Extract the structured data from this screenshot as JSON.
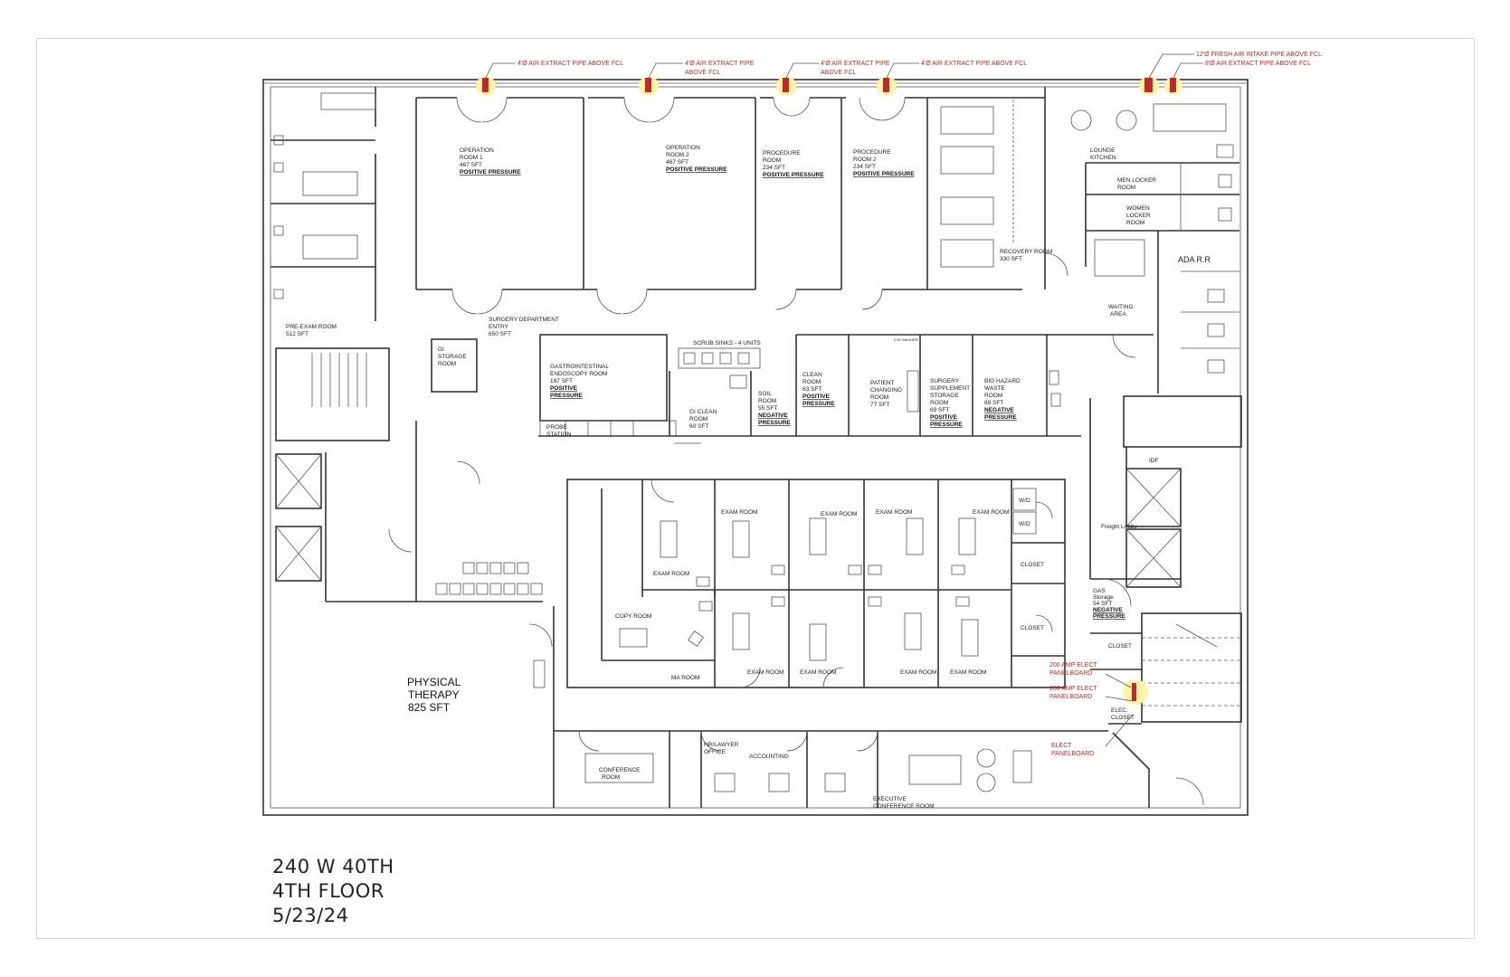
{
  "title_block": {
    "address": "240 W 40TH",
    "floor": "4TH FLOOR",
    "date": "5/23/24"
  },
  "annotations": {
    "extract_1": "4'Ø AIR EXTRACT PIPE ABOVE FCL",
    "extract_2a": "4'Ø AIR EXTRACT PIPE",
    "extract_2b": "ABOVE FCL",
    "extract_3a": "4'Ø AIR EXTRACT PIPE",
    "extract_3b": "ABOVE FCL",
    "extract_4": "4'Ø AIR EXTRACT PIPE ABOVE FCL",
    "fresh_air": "12'Ø FRESH AIR INTAKE PIPE ABOVE FCL",
    "extract_5": "8'Ø AIR EXTRACT PIPE ABOVE FCL",
    "panel_1a": "200 AMP ELECT",
    "panel_1b": "PANELBOARD",
    "panel_2a": "200 AMP ELECT",
    "panel_2b": "PANELBOARD",
    "panel_3a": "ELECT",
    "panel_3b": "PANELBOARD"
  },
  "rooms": {
    "op1": [
      "OPERATION",
      "ROOM 1",
      "467 SFT",
      "POSITIVE PRESSURE"
    ],
    "op2": [
      "OPERATION",
      "ROOM 2",
      "467 SFT",
      "POSITIVE PRESSURE"
    ],
    "proc1": [
      "PROCEDURE",
      "ROOM",
      "234 SFT",
      "POSITIVE PRESSURE"
    ],
    "proc2": [
      "PROCEDURE",
      "ROOM 2",
      "234 SFT",
      "POSITIVE PRESSURE"
    ],
    "recovery": [
      "RECOVERY ROOM",
      "330 SFT"
    ],
    "lounge": [
      "LOUNGE",
      "KITCHEN"
    ],
    "men_locker": [
      "MEN LOCKER",
      "ROOM"
    ],
    "women_locker": [
      "WOMEN",
      "LOCKER",
      "ROOM"
    ],
    "ada": "ADA R.R",
    "waiting": [
      "WAITING",
      "AREA"
    ],
    "pre_exam": [
      "PRE-EXAM ROOM",
      "512 SFT"
    ],
    "gi_storage": [
      "GI",
      "STORAGE",
      "ROOM"
    ],
    "surgery_entry": [
      "SURGERY DEPARTMENT",
      "ENTRY",
      "650 SFT"
    ],
    "scrub": "SCRUB SINKS - 4 UNITS",
    "gi_endo": [
      "GASTROINTESTINAL",
      "ENDOSCOPY ROOM",
      "187 SFT",
      "POSITIVE",
      "PRESSURE"
    ],
    "probe": [
      "PROBE",
      "STATION"
    ],
    "gi_clean": [
      "GI CLEAN",
      "ROOM",
      "60 SFT"
    ],
    "soil": [
      "SOIL",
      "ROOM",
      "55 SFT",
      "NEGATIVE",
      "PRESSURE"
    ],
    "clean": [
      "CLEAN",
      "ROOM",
      "63 SFT",
      "POSITIVE",
      "PRESSURE"
    ],
    "patient_changing": [
      "PATIENT",
      "CHANGING",
      "ROOM",
      "77 SFT"
    ],
    "surgery_supp": [
      "SURGERY",
      "SUPPLEMENT",
      "STORAGE",
      "ROOM",
      "69 SFT",
      "POSITIVE",
      "PRESSURE"
    ],
    "biohazard": [
      "BIO HAZARD",
      "WASTE",
      "ROOM",
      "69 SFT",
      "NEGATIVE",
      "PRESSURE"
    ],
    "idf": "IDF",
    "freight": "Freight Lobby",
    "gas": [
      "GAS",
      "Storage",
      "54 SFT",
      "NEGATIVE",
      "PRESSURE"
    ],
    "exam": "EXAM ROOM",
    "wd": "W/D",
    "closet": "CLOSET",
    "copy": "COPY ROOM",
    "ma": "MA ROOM",
    "physical_therapy": [
      "PHYSICAL",
      "THERAPY",
      "825 SFT"
    ],
    "conference": [
      "CONFERENCE",
      "ROOM"
    ],
    "hr": [
      "HR/LAWYER",
      "OFFICE"
    ],
    "accounting": "ACCOUNTING",
    "exec_conf": [
      "EXECUTIVE",
      "CONFERENCE ROOM"
    ],
    "elec_closet": [
      "ELEC.",
      "CLOSET"
    ],
    "eye_washer": "EYE WASHER"
  },
  "colors": {
    "wall": "#333333",
    "annotation_red": "#c0282d",
    "highlight_yellow": "#fff3a6"
  }
}
